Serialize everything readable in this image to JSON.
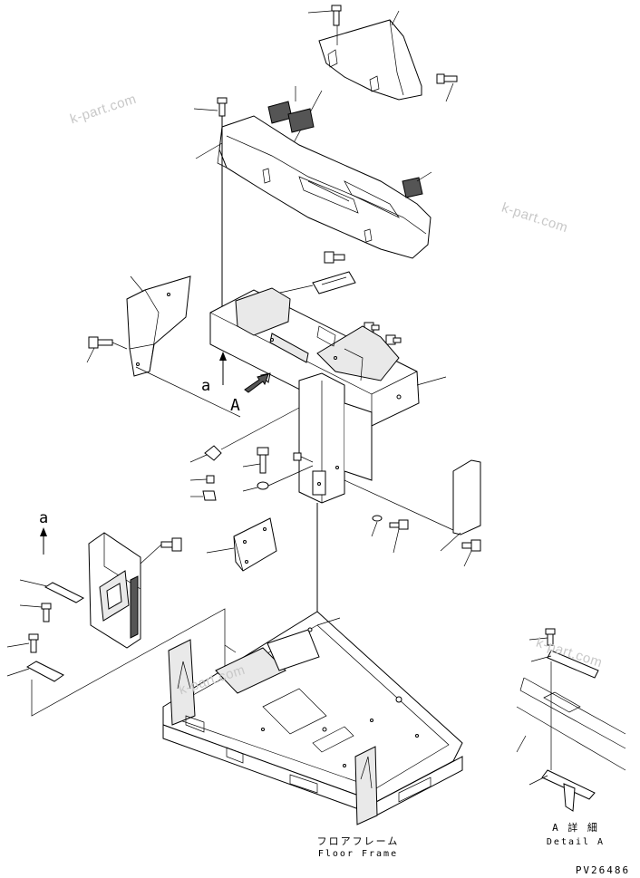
{
  "watermarks": [
    "k-part.com",
    "k-part.com",
    "k-part.com",
    "k-part.com"
  ],
  "view_labels": {
    "arrow_a_top": "a",
    "arrow_big": "A",
    "arrow_a_left": "a"
  },
  "captions": {
    "floor_frame_jp": "フロアフレーム",
    "floor_frame_en": "Floor Frame",
    "detail_jp": "A 詳 細",
    "detail_en": "Detail A"
  },
  "drawing_number": "PV26486"
}
